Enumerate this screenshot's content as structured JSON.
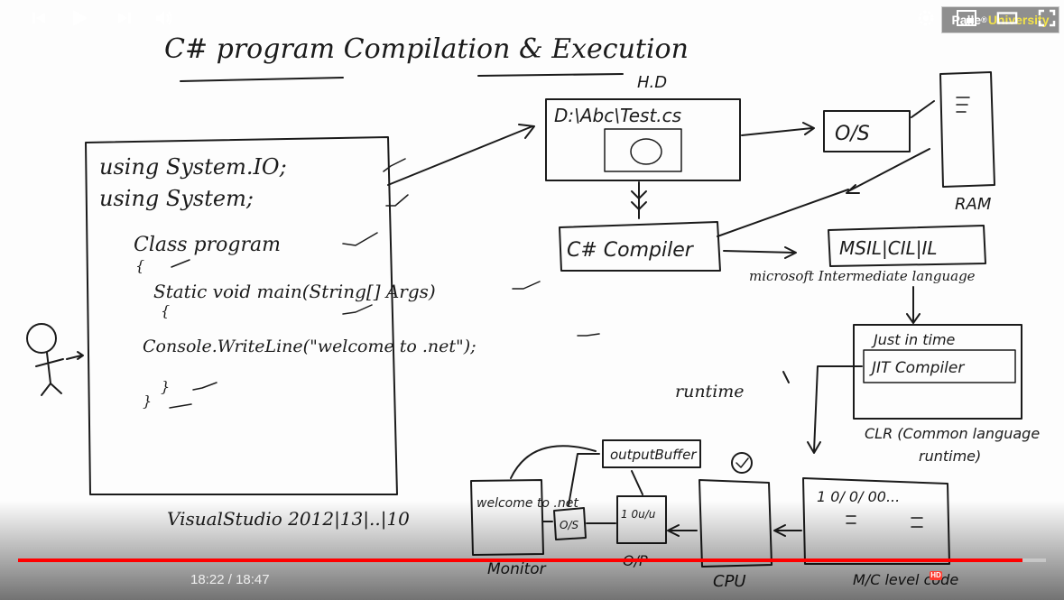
{
  "logo": {
    "brand": "Palle",
    "sup": "®",
    "suffix": "University"
  },
  "board": {
    "title": "C# program Compilation & Execution",
    "hd_label": "H.D",
    "file_path": "D:\\Abc\\Test.cs",
    "os_label": "O/S",
    "ram_label": "RAM",
    "code_lines": [
      "using System.IO;",
      "using System;",
      "Class program",
      "{",
      "Static void main(String[] Args)",
      "{",
      "Console.WriteLine(\"welcome to .net\");",
      "}",
      "}"
    ],
    "compiler_label": "C# Compiler",
    "il_label": "MSIL|CIL|IL",
    "il_desc": "microsoft Intermediate language",
    "jit_top": "Just in time",
    "jit_label": "JIT Compiler",
    "runtime_label": "runtime",
    "clr_label_1": "CLR (Common language",
    "clr_label_2": "runtime)",
    "output_buffer": "outputBuffer",
    "binary_box": "1 0/ 0/ 00...",
    "binary_small": "1 0u/u",
    "monitor_text": "welcome to .net",
    "monitor_caption": "Monitor",
    "op_caption": "O/P",
    "cpu_caption": "CPU",
    "mc_caption": "M/C level code",
    "vs_caption": "VisualStudio 2012|13|..|10"
  },
  "player": {
    "time_current": "18:22",
    "time_separator": " / ",
    "time_total": "18:47",
    "progress_fraction": 0.977,
    "hd_badge": "HD",
    "icons": [
      "previous-icon",
      "play-icon",
      "next-icon",
      "volume-icon",
      "settings-icon",
      "miniplayer-icon",
      "theater-icon",
      "fullscreen-icon"
    ],
    "accent": "#ff0000"
  }
}
